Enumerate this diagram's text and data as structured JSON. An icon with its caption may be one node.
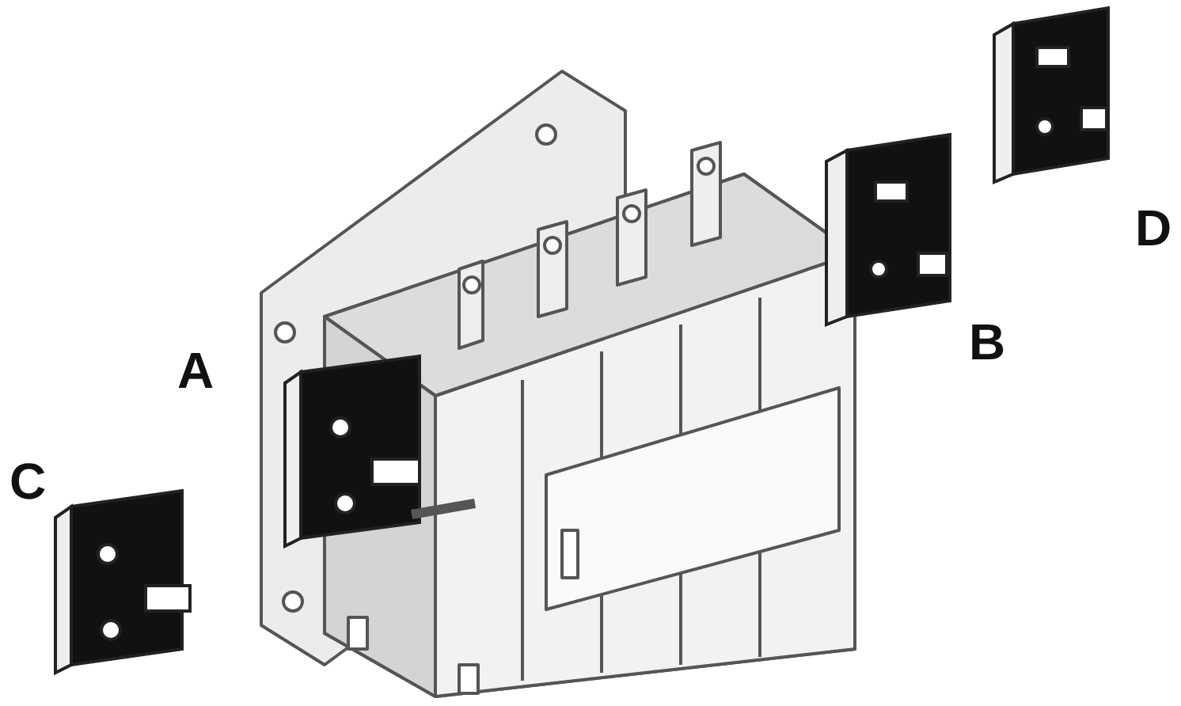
{
  "diagram": {
    "labels": [
      "D",
      "A",
      "B",
      "C"
    ]
  }
}
